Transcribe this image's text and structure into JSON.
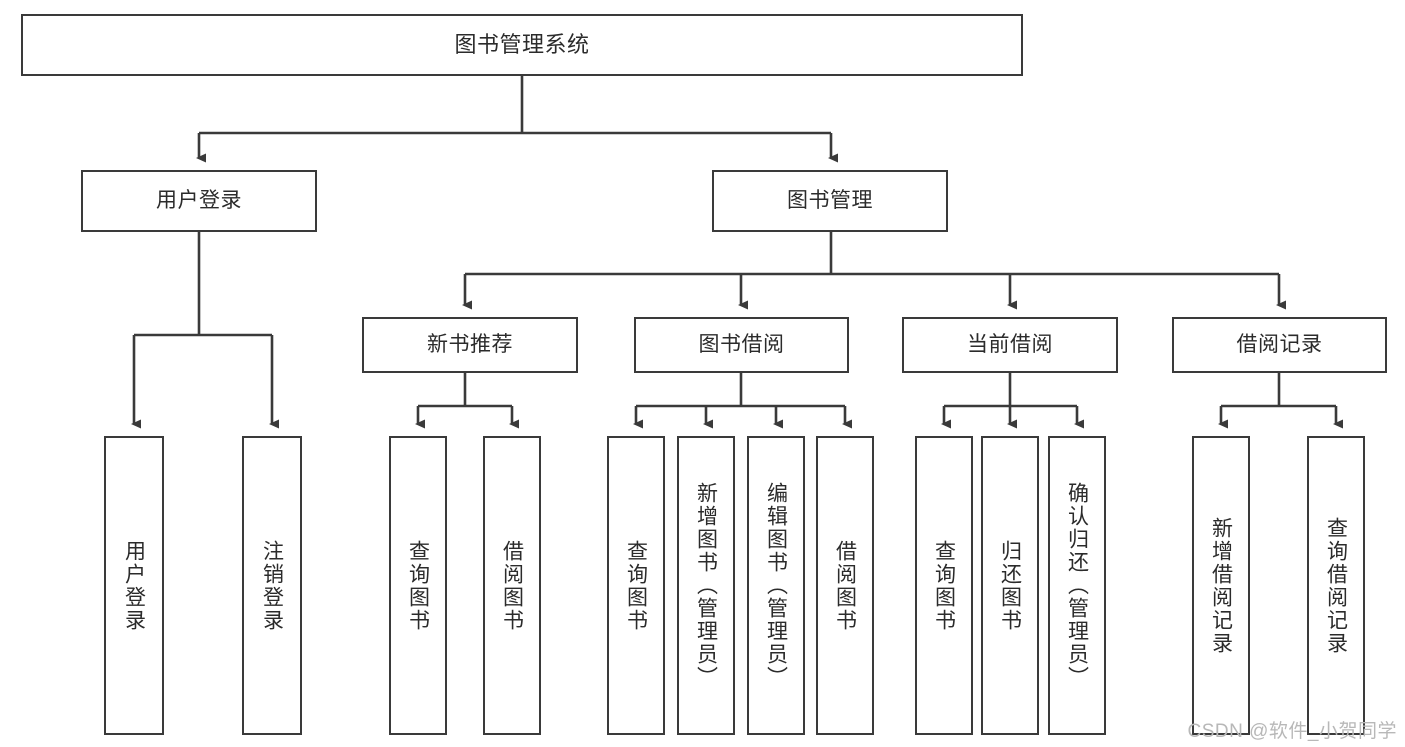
{
  "diagram": {
    "title": "图书管理系统",
    "type": "tree",
    "orientation": "top-down",
    "colors": {
      "box_border": "#3a3a3a",
      "box_fill": "#ffffff",
      "connector": "#3a3a3a",
      "text": "#2b2b2b",
      "watermark": "#b8b8b8",
      "background": "#ffffff"
    },
    "root": {
      "label": "图书管理系统"
    },
    "level2": [
      {
        "label": "用户登录"
      },
      {
        "label": "图书管理"
      }
    ],
    "level3": [
      {
        "label": "新书推荐"
      },
      {
        "label": "图书借阅"
      },
      {
        "label": "当前借阅"
      },
      {
        "label": "借阅记录"
      }
    ],
    "leaves": {
      "user_login": [
        {
          "label": "用户登录"
        },
        {
          "label": "注销登录"
        }
      ],
      "new_book_recommend": [
        {
          "label": "查询图书"
        },
        {
          "label": "借阅图书"
        }
      ],
      "book_borrow": [
        {
          "label": "查询图书"
        },
        {
          "label": "新增图书（管理员）"
        },
        {
          "label": "编辑图书（管理员）"
        },
        {
          "label": "借阅图书"
        }
      ],
      "current_borrow": [
        {
          "label": "查询图书"
        },
        {
          "label": "归还图书"
        },
        {
          "label": "确认归还（管理员）"
        }
      ],
      "borrow_record": [
        {
          "label": "新增借阅记录"
        },
        {
          "label": "查询借阅记录"
        }
      ]
    }
  },
  "watermark": {
    "text": "CSDN @软件_小贺同学"
  }
}
